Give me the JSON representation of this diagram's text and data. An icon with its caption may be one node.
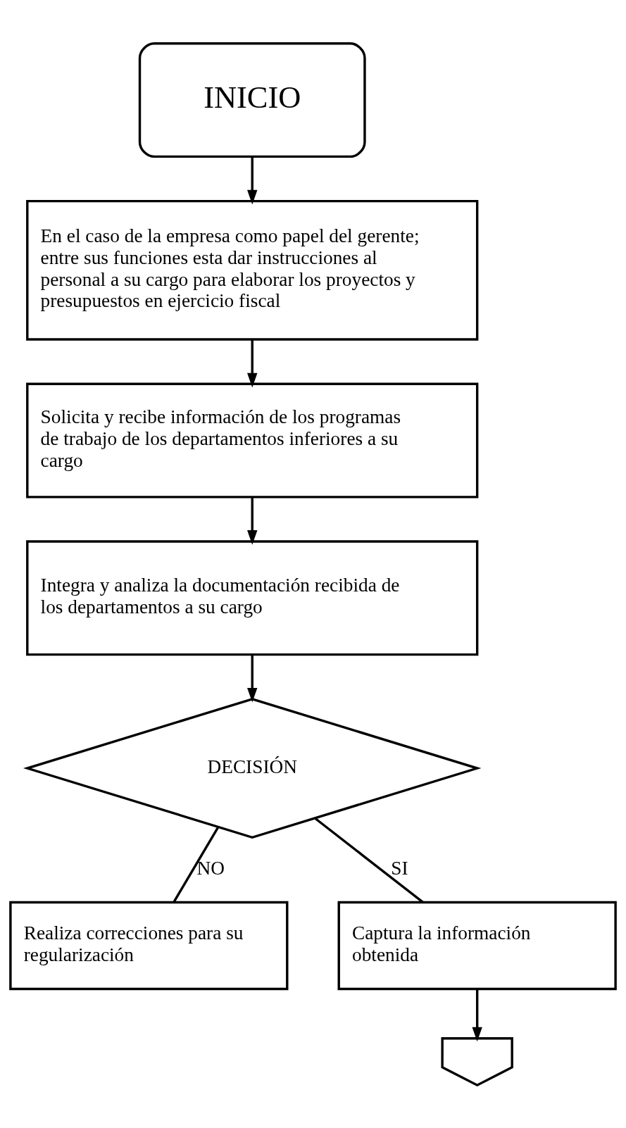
{
  "diagram": {
    "nodes": [
      {
        "text": [
          "INICIO"
        ]
      },
      {
        "text": [
          "En el caso de la empresa como papel del gerente; entre sus funciones esta dar instrucciones al personal a su cargo para elaborar los proyectos y presupuestos en ejercicio fiscal"
        ]
      },
      {
        "text": [
          "Solicita y recibe información de los programas de trabajo de los departamentos inferiores a su cargo"
        ]
      },
      {
        "text": [
          "Integra y analiza la documentación recibida de los departamentos a su cargo"
        ]
      },
      {
        "text": [
          "DECISIÓN"
        ]
      },
      {
        "text": [
          "Realiza correcciones para su regularización"
        ]
      },
      {
        "text": [
          "Captura la información obtenida"
        ]
      },
      {
        "text": [],
        "shape": "pentagon"
      }
    ],
    "edges": [
      {
        "from": 0,
        "to": 1,
        "arrow": "to"
      },
      {
        "from": 1,
        "to": 2,
        "arrow": "to"
      },
      {
        "from": 2,
        "to": 3,
        "arrow": "to"
      },
      {
        "from": 3,
        "to": 4,
        "arrow": "to"
      },
      {
        "from": 4,
        "to": 5,
        "label": "NO",
        "arrow": "none"
      },
      {
        "from": 4,
        "to": 6,
        "label": "SI",
        "arrow": "none"
      },
      {
        "from": 6,
        "to": 7,
        "arrow": "to"
      }
    ]
  }
}
